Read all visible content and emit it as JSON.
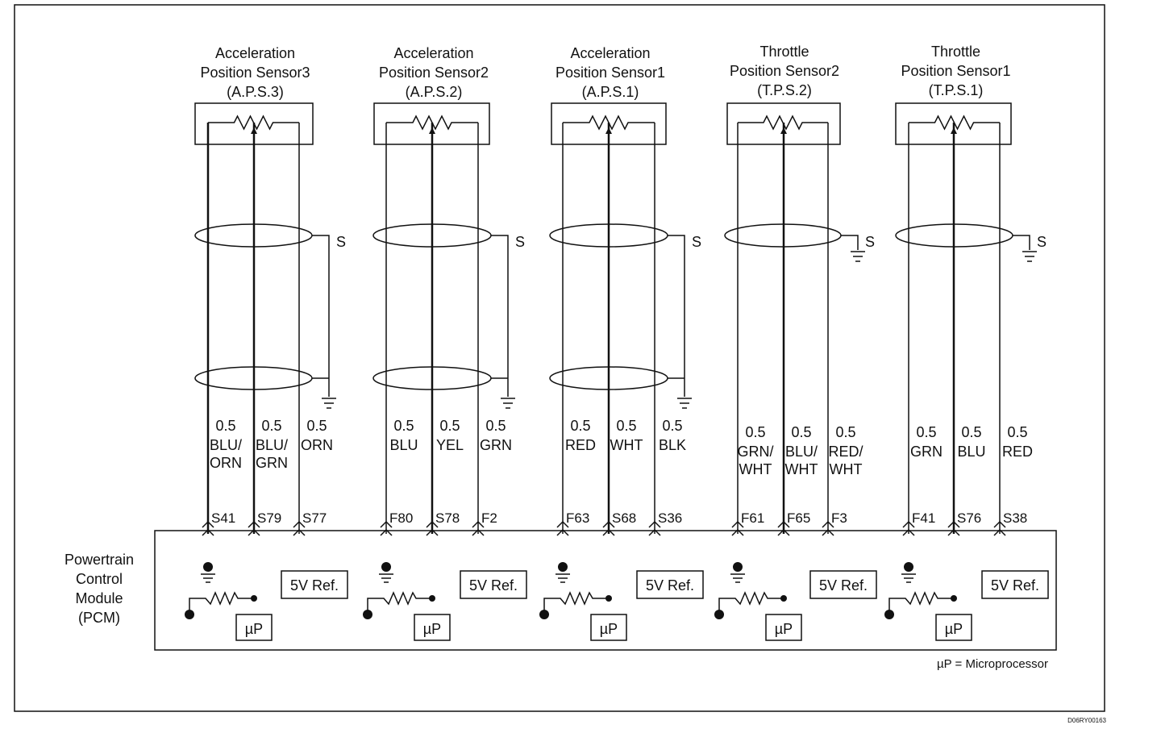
{
  "pcm_label": [
    "Powertrain",
    "Control",
    "Module",
    "(PCM)"
  ],
  "legend": "µP = Microprocessor",
  "footer_code": "D06RY00163",
  "shield_label": "S",
  "ref_label": "5V Ref.",
  "up_label": "µP",
  "sensors": [
    {
      "title": [
        "Acceleration",
        "Position Sensor3",
        "(A.P.S.3)"
      ],
      "ground_type": "chassis",
      "wires": [
        {
          "size": "0.5",
          "color": [
            "BLU/",
            "ORN"
          ],
          "pin": "S41"
        },
        {
          "size": "0.5",
          "color": [
            "BLU/",
            "GRN"
          ],
          "pin": "S79"
        },
        {
          "size": "0.5",
          "color": [
            "ORN"
          ],
          "pin": "S77"
        }
      ]
    },
    {
      "title": [
        "Acceleration",
        "Position Sensor2",
        "(A.P.S.2)"
      ],
      "ground_type": "chassis",
      "wires": [
        {
          "size": "0.5",
          "color": [
            "BLU"
          ],
          "pin": "F80"
        },
        {
          "size": "0.5",
          "color": [
            "YEL"
          ],
          "pin": "S78"
        },
        {
          "size": "0.5",
          "color": [
            "GRN"
          ],
          "pin": "F2"
        }
      ]
    },
    {
      "title": [
        "Acceleration",
        "Position Sensor1",
        "(A.P.S.1)"
      ],
      "ground_type": "chassis",
      "wires": [
        {
          "size": "0.5",
          "color": [
            "RED"
          ],
          "pin": "F63"
        },
        {
          "size": "0.5",
          "color": [
            "WHT"
          ],
          "pin": "S68"
        },
        {
          "size": "0.5",
          "color": [
            "BLK"
          ],
          "pin": "S36"
        }
      ]
    },
    {
      "title": [
        "Throttle",
        "Position Sensor2",
        "(T.P.S.2)"
      ],
      "ground_type": "shield",
      "wires": [
        {
          "size": "0.5",
          "color": [
            "GRN/",
            "WHT"
          ],
          "pin": "F61"
        },
        {
          "size": "0.5",
          "color": [
            "BLU/",
            "WHT"
          ],
          "pin": "F65"
        },
        {
          "size": "0.5",
          "color": [
            "RED/",
            "WHT"
          ],
          "pin": "F3"
        }
      ]
    },
    {
      "title": [
        "Throttle",
        "Position Sensor1",
        "(T.P.S.1)"
      ],
      "ground_type": "shield",
      "wires": [
        {
          "size": "0.5",
          "color": [
            "GRN"
          ],
          "pin": "F41"
        },
        {
          "size": "0.5",
          "color": [
            "BLU"
          ],
          "pin": "S76"
        },
        {
          "size": "0.5",
          "color": [
            "RED"
          ],
          "pin": "S38"
        }
      ]
    }
  ]
}
